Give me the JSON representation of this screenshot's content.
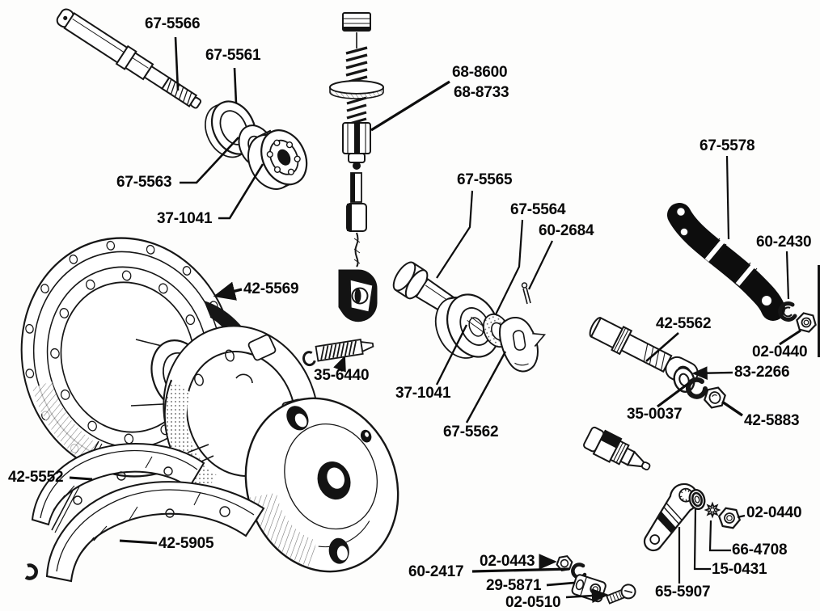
{
  "parts": [
    {
      "name": "axle-spindle",
      "text": "67-5566"
    },
    {
      "name": "bearing-retainer",
      "text": "67-5561"
    },
    {
      "name": "spindle-washer",
      "text": "67-5563"
    },
    {
      "name": "hub-bearing",
      "text": "37-1041"
    },
    {
      "name": "cable-adjuster-a",
      "text": "68-8600"
    },
    {
      "name": "cable-adjuster-b",
      "text": "68-8733"
    },
    {
      "name": "torque-arm",
      "text": "67-5578"
    },
    {
      "name": "cam-spindle",
      "text": "67-5565"
    },
    {
      "name": "cam-washer",
      "text": "67-5564"
    },
    {
      "name": "split-pin",
      "text": "60-2684"
    },
    {
      "name": "spring-washer-top",
      "text": "60-2430"
    },
    {
      "name": "wheel-hub",
      "text": "42-5569"
    },
    {
      "name": "pivot-pin",
      "text": "42-5562"
    },
    {
      "name": "nut-top",
      "text": "02-0440"
    },
    {
      "name": "shoe-spring",
      "text": "35-6440"
    },
    {
      "name": "plain-washer-mid",
      "text": "83-2266"
    },
    {
      "name": "cam-bearing",
      "text": "37-1041"
    },
    {
      "name": "c-washer-mid",
      "text": "35-0037"
    },
    {
      "name": "pivot-nut",
      "text": "42-5883"
    },
    {
      "name": "cam-plate",
      "text": "67-5562"
    },
    {
      "name": "brake-shoe-upper",
      "text": "42-5552"
    },
    {
      "name": "lever-nut",
      "text": "02-0440"
    },
    {
      "name": "brake-shoe-lower",
      "text": "42-5905"
    },
    {
      "name": "star-washer",
      "text": "66-4708"
    },
    {
      "name": "clevis-nut",
      "text": "02-0443"
    },
    {
      "name": "lever-washer",
      "text": "15-0431"
    },
    {
      "name": "clevis-c-washer",
      "text": "60-2417"
    },
    {
      "name": "cable-clevis",
      "text": "29-5871"
    },
    {
      "name": "brake-cam-lever",
      "text": "65-5907"
    },
    {
      "name": "clevis-bolt",
      "text": "02-0510"
    }
  ],
  "colors": {
    "ink": "#141414",
    "background": "#fdfdfc"
  }
}
